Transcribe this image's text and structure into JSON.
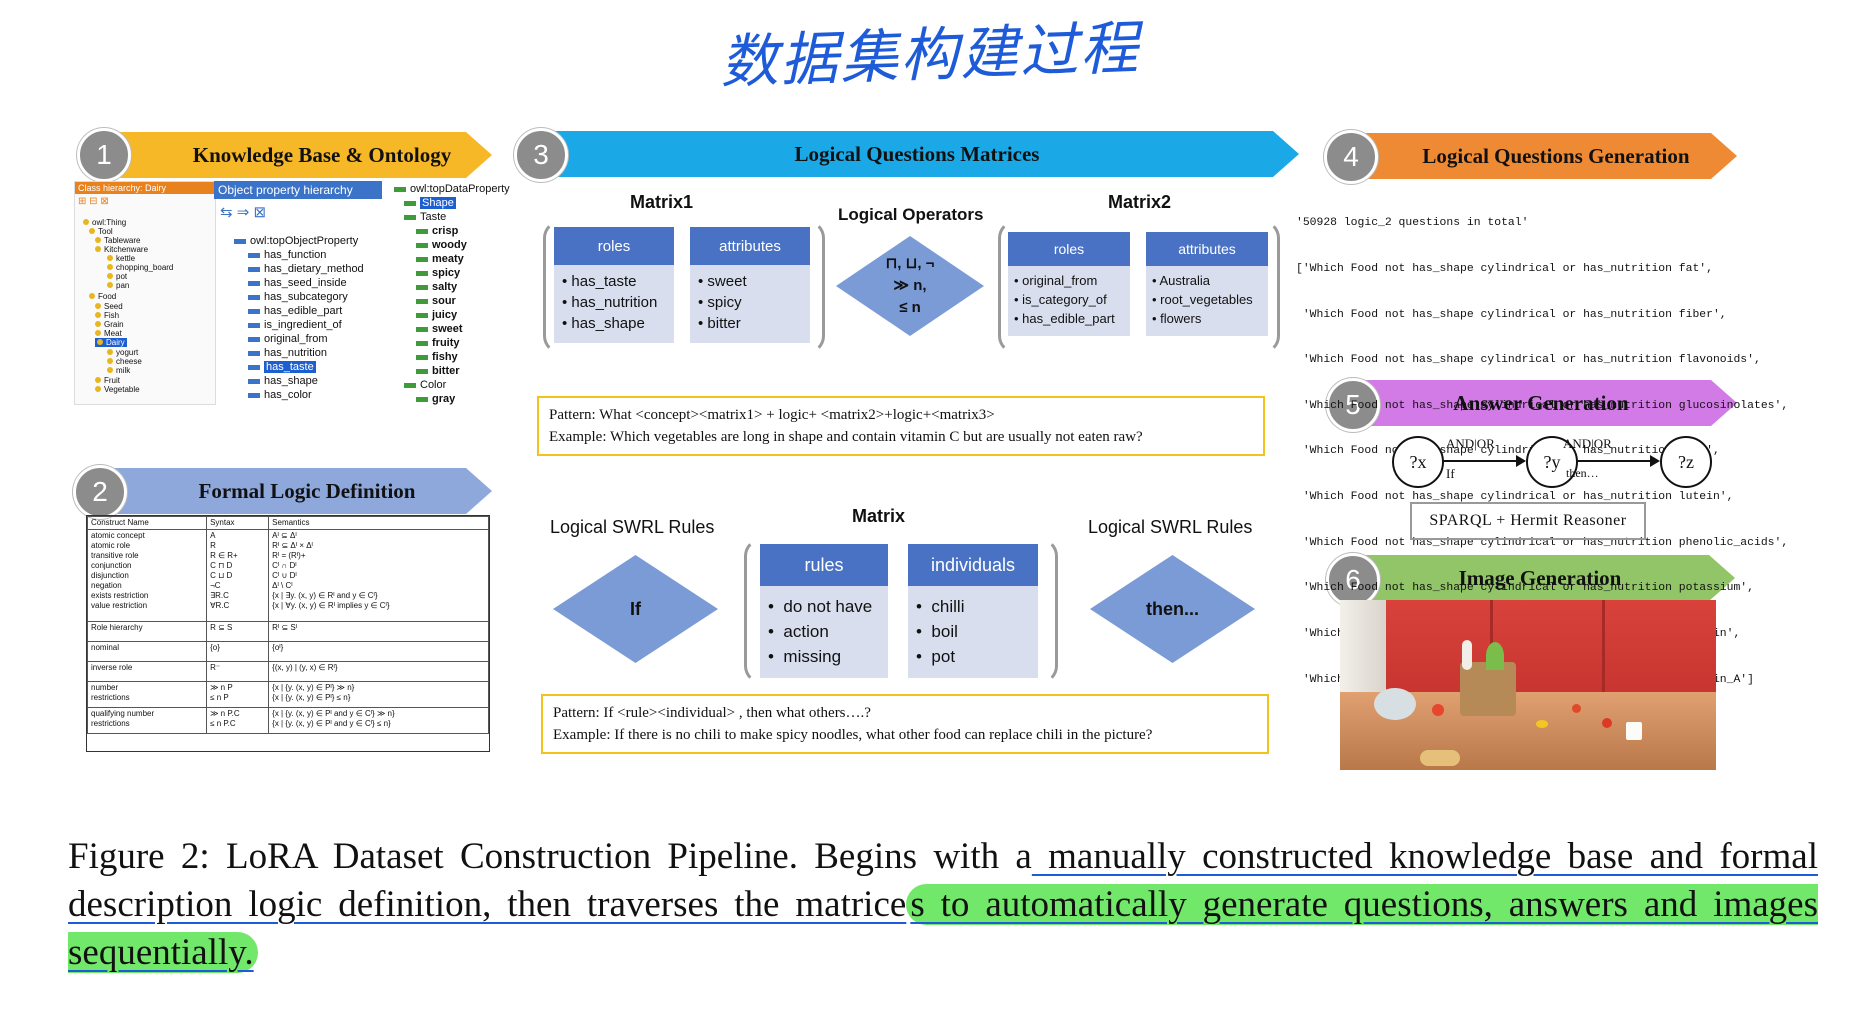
{
  "handwritten_title": "数据集构建过程",
  "sections": [
    {
      "num": "1",
      "title": "Knowledge Base & Ontology",
      "color": "#f7b827"
    },
    {
      "num": "2",
      "title": "Formal Logic Definition",
      "color": "#8ea8dc"
    },
    {
      "num": "3",
      "title": "Logical Questions Matrices",
      "color": "#1aa9e6"
    },
    {
      "num": "4",
      "title": "Logical Questions Generation",
      "color": "#ee8a33"
    },
    {
      "num": "5",
      "title": "Answer Generation",
      "color": "#d27ae6"
    },
    {
      "num": "6",
      "title": "Image Generation",
      "color": "#92c468"
    }
  ],
  "ontology": {
    "class_header": "Class hierarchy: Dairy",
    "class_tree": [
      "owl:Thing",
      "Tool",
      "Tableware",
      "Kitchenware",
      "kettle",
      "chopping_board",
      "pot",
      "pan",
      "Food",
      "Seed",
      "Fish",
      "Grain",
      "Meat",
      "Dairy",
      "yogurt",
      "cheese",
      "milk",
      "Fruit",
      "Vegetable"
    ],
    "object_header": "Object property hierarchy",
    "object_root": "owl:topObjectProperty",
    "object_props": [
      "has_function",
      "has_dietary_method",
      "has_seed_inside",
      "has_subcategory",
      "has_edible_part",
      "is_ingredient_of",
      "original_from",
      "has_nutrition",
      "has_taste",
      "has_shape",
      "has_color"
    ],
    "data_root": "owl:topDataProperty",
    "data_props": [
      "Shape",
      "Taste",
      "crisp",
      "woody",
      "meaty",
      "spicy",
      "salty",
      "sour",
      "juicy",
      "sweet",
      "fruity",
      "fishy",
      "bitter",
      "Color",
      "gray"
    ]
  },
  "logic_table": {
    "headers": [
      "Construct Name",
      "Syntax",
      "Semantics"
    ],
    "rows": [
      [
        "atomic concept\natomic role\ntransitive role\nconjunction\ndisjunction\nnegation\nexists restriction\nvalue restriction",
        "A\nR\nR ∈ R+\nC ⊓ D\nC ⊔ D\n¬C\n∃R.C\n∀R.C",
        "Aᴵ ⊆ Δᴵ\nRᴵ ⊆ Δᴵ × Δᴵ\nRᴵ = (Rᴵ)+\nCᴵ ∩ Dᴵ\nCᴵ ∪ Dᴵ\nΔᴵ \\ Cᴵ\n{x | ∃y. (x, y) ∈ Rᴵ and y ∈ Cᴵ}\n{x | ∀y. (x, y) ∈ Rᴵ implies y ∈ Cᴵ}"
      ],
      [
        "Role hierarchy",
        "R ⊆ S",
        "Rᴵ ⊆ Sᴵ"
      ],
      [
        "nominal",
        "{o}",
        "{oᴵ}"
      ],
      [
        "inverse role",
        "R⁻",
        "{(x, y) | (y, x) ∈ Rᴵ}"
      ],
      [
        "number\nrestrictions",
        "≫ n P\n≤ n P",
        "{x | {y. (x, y) ∈ Pᴵ} ≫ n}\n{x | {y. (x, y) ∈ Pᴵ} ≤ n}"
      ],
      [
        "qualifying number\nrestrictions",
        "≫ n P.C\n≤ n P.C",
        "{x | {y. (x, y) ∈ Pᴵ and y ∈ Cᴵ} ≫ n}\n{x | {y. (x, y) ∈ Pᴵ and y ∈ Cᴵ} ≤ n}"
      ]
    ]
  },
  "matrices": {
    "matrix1": {
      "title": "Matrix1",
      "col1": "roles",
      "col2": "attributes",
      "col1_items": [
        "has_taste",
        "has_nutrition",
        "has_shape"
      ],
      "col2_items": [
        "sweet",
        "spicy",
        "bitter"
      ]
    },
    "operators_title": "Logical Operators",
    "operators_lines": [
      "⊓, ⊔, ¬",
      "≫ n,",
      "≤ n"
    ],
    "matrix2": {
      "title": "Matrix2",
      "col1": "roles",
      "col2": "attributes",
      "col1_items": [
        "original_from",
        "is_category_of",
        "has_edible_part"
      ],
      "col2_items": [
        "Australia",
        "root_vegetables",
        "flowers"
      ]
    },
    "pattern1": "Pattern: What <concept><matrix1> + logic+ <matrix2>+logic+<matrix3>",
    "example1": "Example: Which vegetables are long in shape and contain vitamin C but are usually not eaten raw?",
    "swrl_left_title": "Logical SWRL Rules",
    "swrl_left": "If",
    "matrix": {
      "title": "Matrix",
      "col1": "rules",
      "col2": "individuals",
      "col1_items": [
        "do not have",
        "action",
        "missing"
      ],
      "col2_items": [
        "chilli",
        "boil",
        "pot"
      ]
    },
    "swrl_right_title": "Logical SWRL Rules",
    "swrl_right": "then...",
    "pattern2": "Pattern: If <rule><individual> , then what others….?",
    "example2": "Example: If there is no chili to make spicy noodles, what other food can replace chili in the picture?"
  },
  "questions_code": [
    "'50928 logic_2 questions in total'",
    "['Which Food not has_shape cylindrical or has_nutrition fat',",
    " 'Which Food not has_shape cylindrical or has_nutrition fiber',",
    " 'Which Food not has_shape cylindrical or has_nutrition flavonoids',",
    " 'Which Food not has_shape cylindrical or has_nutrition glucosinolates',",
    " 'Which Food not has_shape cylindrical or has_nutrition iron',",
    " 'Which Food not has_shape cylindrical or has_nutrition lutein',",
    " 'Which Food not has_shape cylindrical or has_nutrition phenolic_acids',",
    " 'Which Food not has_shape cylindrical or has_nutrition potassium',",
    " 'Which Food not has_shape cylindrical or has_nutrition protein',",
    " 'Which Food not has_shape cylindrical or has_nutrition vitamin_A']"
  ],
  "answer": {
    "nodes": [
      "?x",
      "?y",
      "?z"
    ],
    "edge1_top": "AND|OR",
    "edge1_bottom": "If",
    "edge2_top": "AND|OR",
    "edge2_bottom": "then…",
    "reasoner": "SPARQL + Hermit Reasoner"
  },
  "caption": {
    "part1": "Figure 2: LoRA Dataset Construction Pipeline. Begins with a",
    "part2": " manually constructed knowledge base and formal description logic definition, then traverses the matrice",
    "part3": "s to automatically generate questions, answers and images sequentially."
  }
}
